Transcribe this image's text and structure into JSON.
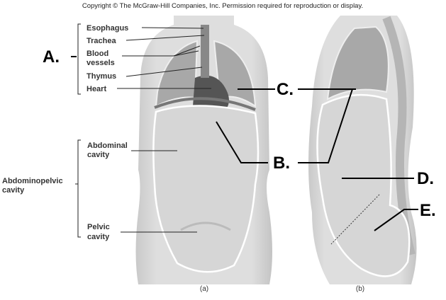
{
  "copyright": "Copyright © The McGraw-Hill Companies, Inc. Permission required for reproduction or display.",
  "thoracic_labels": {
    "esophagus": "Esophagus",
    "trachea": "Trachea",
    "blood_vessels_1": "Blood",
    "blood_vessels_2": "vessels",
    "thymus": "Thymus",
    "heart": "Heart"
  },
  "abdominopelvic_labels": {
    "group_1": "Abdominopelvic",
    "group_2": "cavity",
    "abdominal_1": "Abdominal",
    "abdominal_2": "cavity",
    "pelvic_1": "Pelvic",
    "pelvic_2": "cavity"
  },
  "quiz_labels": {
    "a": "A.",
    "b": "B.",
    "c": "C.",
    "d": "D.",
    "e": "E."
  },
  "captions": {
    "front": "(a)",
    "side": "(b)"
  }
}
